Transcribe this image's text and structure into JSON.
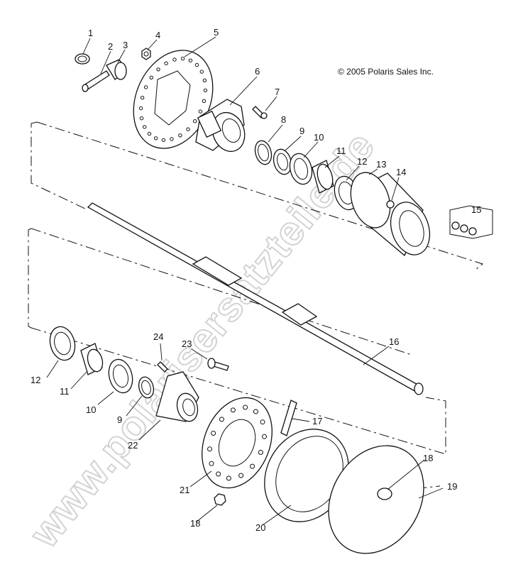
{
  "copyright": "© 2005 Polaris Sales Inc.",
  "watermark": "www.polarisersatzteile.de",
  "callouts": [
    {
      "id": "c1",
      "text": "1"
    },
    {
      "id": "c2",
      "text": "2"
    },
    {
      "id": "c3",
      "text": "3"
    },
    {
      "id": "c4",
      "text": "4"
    },
    {
      "id": "c5",
      "text": "5"
    },
    {
      "id": "c6",
      "text": "6"
    },
    {
      "id": "c7",
      "text": "7"
    },
    {
      "id": "c8",
      "text": "8"
    },
    {
      "id": "c9a",
      "text": "9"
    },
    {
      "id": "c10a",
      "text": "10"
    },
    {
      "id": "c11a",
      "text": "11"
    },
    {
      "id": "c12a",
      "text": "12"
    },
    {
      "id": "c13",
      "text": "13"
    },
    {
      "id": "c14",
      "text": "14"
    },
    {
      "id": "c15",
      "text": "15"
    },
    {
      "id": "c16",
      "text": "16"
    },
    {
      "id": "c17",
      "text": "17"
    },
    {
      "id": "c18a",
      "text": "18"
    },
    {
      "id": "c19",
      "text": "19"
    },
    {
      "id": "c12b",
      "text": "12"
    },
    {
      "id": "c11b",
      "text": "11"
    },
    {
      "id": "c10b",
      "text": "10"
    },
    {
      "id": "c9b",
      "text": "9"
    },
    {
      "id": "c22",
      "text": "22"
    },
    {
      "id": "c24",
      "text": "24"
    },
    {
      "id": "c23",
      "text": "23"
    },
    {
      "id": "c21",
      "text": "21"
    },
    {
      "id": "c18b",
      "text": "18"
    },
    {
      "id": "c20",
      "text": "20"
    }
  ]
}
